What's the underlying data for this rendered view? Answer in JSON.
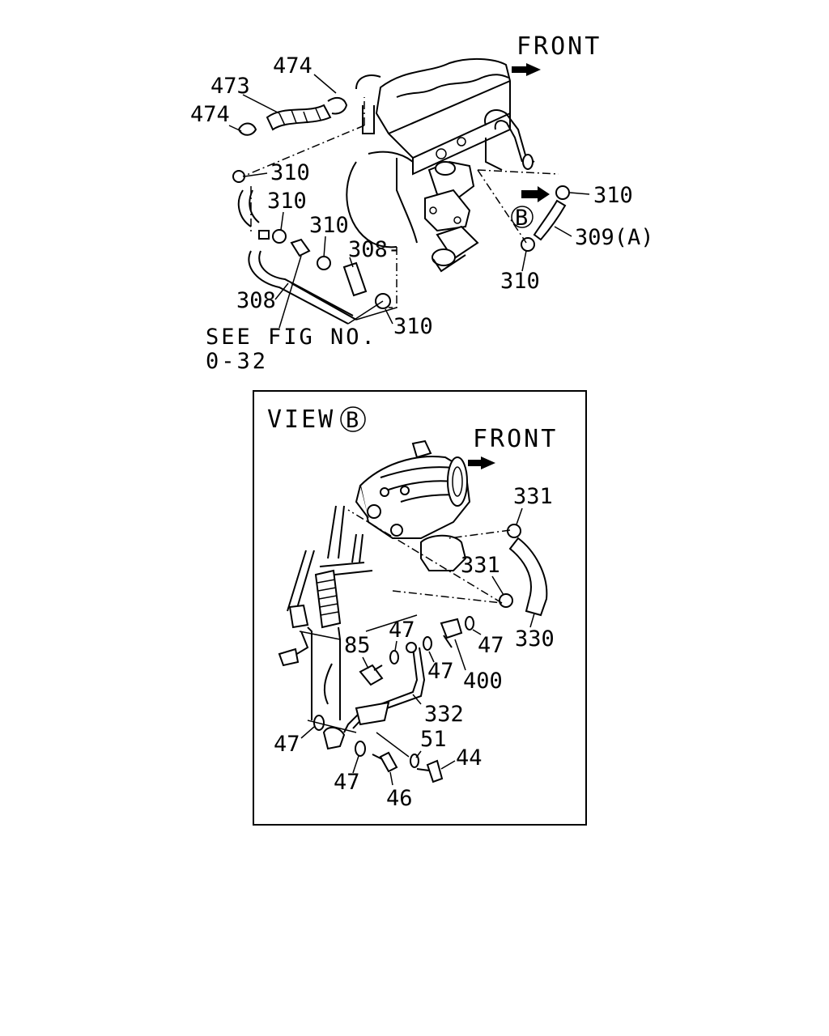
{
  "upper": {
    "front_label": "FRONT",
    "callouts": {
      "c474a": "474",
      "c473": "473",
      "c474b": "474",
      "c310a": "310",
      "c310b": "310",
      "c310c": "310",
      "c308a": "308-",
      "c308b": "308",
      "c310d": "310",
      "c310e": "310",
      "c309a": "309(A)",
      "c310f": "310"
    },
    "view_marker": "B",
    "see_fig_line1": "SEE FIG NO.",
    "see_fig_line2": "0-32"
  },
  "view_b": {
    "title": "VIEW",
    "view_marker": "B",
    "front_label": "FRONT",
    "callouts": {
      "c331a": "331",
      "c331b": "331",
      "c330": "330",
      "c47a": "47",
      "c85": "85",
      "c47b": "47",
      "c47c": "47",
      "c400": "400",
      "c332": "332",
      "c47d": "47",
      "c51": "51",
      "c44": "44",
      "c47e": "47",
      "c46": "46"
    }
  }
}
